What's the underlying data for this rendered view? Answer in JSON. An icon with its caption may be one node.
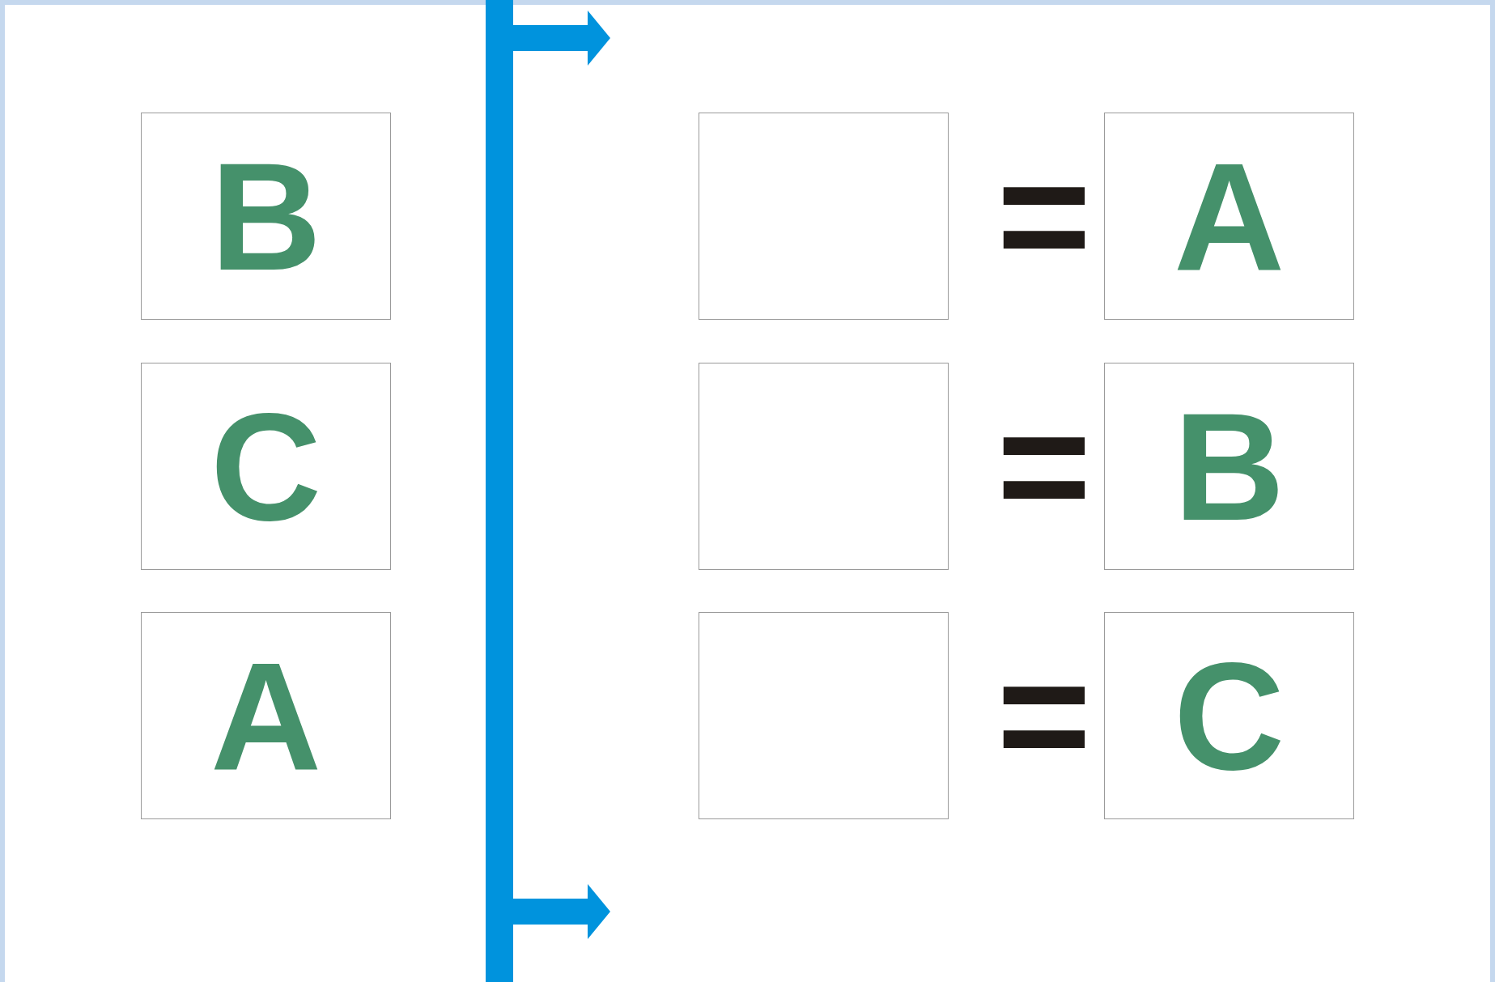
{
  "diagram": {
    "nodes": [
      {
        "text": [
          "B"
        ]
      },
      {
        "text": [],
        "shape": "box"
      },
      {
        "text": [
          "A"
        ]
      },
      {
        "text": [
          "C"
        ]
      },
      {
        "text": [],
        "shape": "box"
      },
      {
        "text": [
          "B"
        ]
      },
      {
        "text": [
          "A"
        ]
      },
      {
        "text": [],
        "shape": "box"
      },
      {
        "text": [
          "C"
        ]
      }
    ],
    "edges": [],
    "labels": [
      "=",
      "=",
      "="
    ]
  }
}
